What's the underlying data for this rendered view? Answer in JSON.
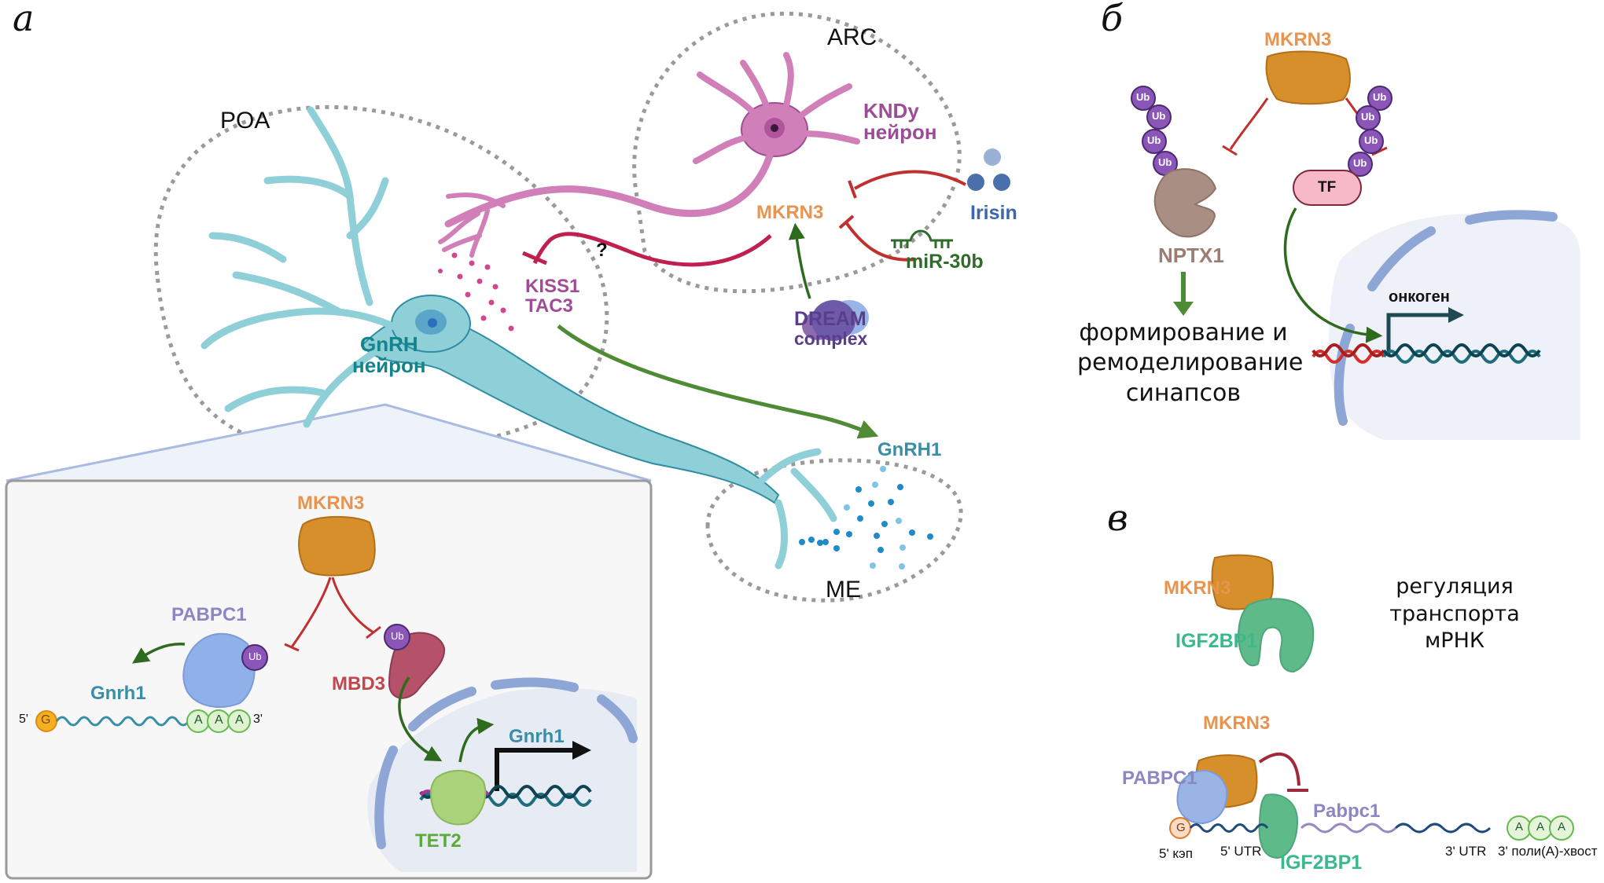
{
  "colors": {
    "mkrn3": "#e8944f",
    "gnrh": "#3a8ea6",
    "kiss": "#a04c96",
    "kndy": "#9b4d96",
    "irisin": "#3a67ad",
    "mir": "#2f6b2b",
    "dream": "#5a3e8c",
    "pabpc1": "#8a87c2",
    "mbd3": "#c0474c",
    "tet2": "#5aab3c",
    "nptx1": "#9a7e72",
    "igf2bp1": "#3aba8c",
    "inhibit": "#c0302f",
    "activate": "#4f8a34"
  },
  "panel_a": {
    "letter": "a",
    "regions": {
      "poa": "POA",
      "arc": "ARC",
      "me": "ME"
    },
    "kndy_neuron": [
      "KNDy",
      "нейрон"
    ],
    "gnrh_neuron": [
      "GnRH",
      "нейрон"
    ],
    "mkrn3": "MKRN3",
    "irisin": "Irisin",
    "mir": "miR-30b",
    "dream": [
      "DREAM",
      "complex"
    ],
    "kiss": [
      "KISS1",
      "TAC3"
    ],
    "question": "?",
    "gnrh1": "GnRH1",
    "inset": {
      "mkrn3": "MKRN3",
      "pabpc1": "PABPC1",
      "ub": "Ub",
      "mbd3": "MBD3",
      "gnrh1_mrna": "Gnrh1",
      "five_prime": "5'",
      "three_prime": "3'",
      "cap": "G",
      "poly_a": [
        "A",
        "A",
        "A"
      ],
      "gnrh1_gene": "Gnrh1",
      "tet2": "TET2"
    }
  },
  "panel_b": {
    "letter": "б",
    "mkrn3": "MKRN3",
    "ub": "Ub",
    "nptx1": "NPTX1",
    "tf": "TF",
    "oncogene": "онкоген",
    "outcome": [
      "формирование и",
      "ремоделирование",
      "синапсов"
    ]
  },
  "panel_v": {
    "letter": "в",
    "mkrn3_top": "MKRN3",
    "igf2bp1_top": "IGF2BP1",
    "regulation": [
      "регуляция",
      "транспорта",
      "мРНК"
    ],
    "mkrn3_bottom": "MKRN3",
    "pabpc1": "PABPC1",
    "pabpc1_mrna": "Pabpc1",
    "igf2bp1_bottom": "IGF2BP1",
    "cap": "G",
    "poly_a": [
      "A",
      "A",
      "A"
    ],
    "cap_label": "5' кэп",
    "utr5": "5' UTR",
    "utr3": "3' UTR",
    "tail": "3' поли(А)-хвост"
  }
}
